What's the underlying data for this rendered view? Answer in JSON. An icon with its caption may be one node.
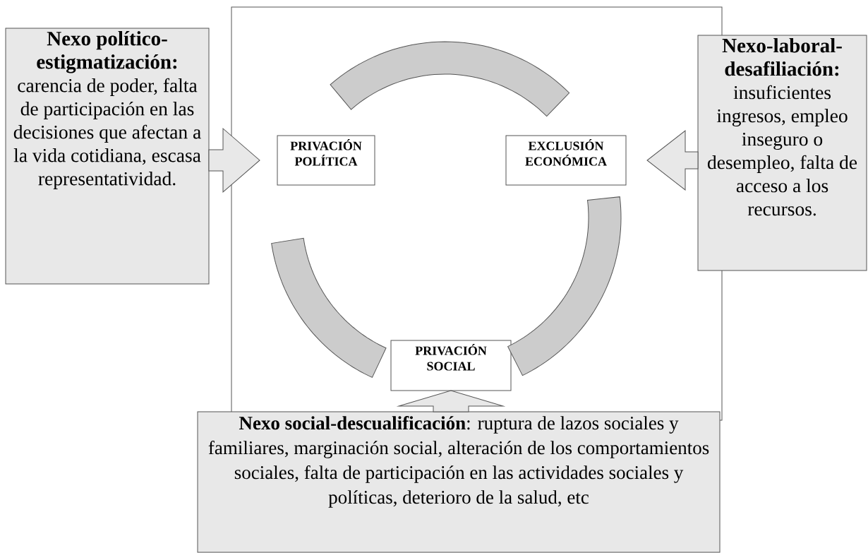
{
  "diagram": {
    "nodes": [
      {
        "text": [
          "PRIVACIÓN POLÍTICA"
        ]
      },
      {
        "text": [
          "EXCLUSIÓN ECONÓMICA"
        ]
      },
      {
        "text": [
          "PRIVACIÓN SOCIAL"
        ]
      },
      {
        "text": [
          "Nexo político-estigmatización:",
          "carencia de poder, falta de participación en las decisiones que afectan a la vida cotidiana, escasa representatividad."
        ]
      },
      {
        "text": [
          "Nexo-laboral-desafiliación:",
          "insuficientes ingresos, empleo inseguro o desempleo, falta de acceso a los recursos."
        ]
      },
      {
        "text": [
          "**Nexo social-descualificación**: ruptura de lazos sociales y familiares, marginación social, alteración de los comportamientos sociales, falta de participación en las actividades sociales y políticas, deterioro de la salud, etc"
        ]
      }
    ],
    "edges": [
      {
        "from": 3,
        "to": 0,
        "arrow": "to"
      },
      {
        "from": 4,
        "to": 1,
        "arrow": "to"
      },
      {
        "from": 5,
        "to": 2,
        "arrow": "to"
      },
      {
        "from": 0,
        "to": 1,
        "arrow": "none",
        "style": "thick"
      },
      {
        "from": 0,
        "to": 2,
        "arrow": "none",
        "style": "thick"
      },
      {
        "from": 1,
        "to": 2,
        "arrow": "none",
        "style": "thick"
      }
    ]
  }
}
